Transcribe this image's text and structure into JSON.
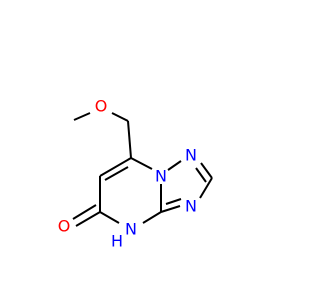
{
  "molecule": {
    "atom_labels": {
      "o_ether": "O",
      "o_carbonyl": "O",
      "n_bridge": "N",
      "n_top": "N",
      "n_right": "N",
      "nh": "N",
      "nh_h": "H"
    },
    "colors": {
      "bond": "#000000",
      "oxygen": "#ff0000",
      "nitrogen": "#0000ff",
      "background": "#ffffff"
    }
  }
}
